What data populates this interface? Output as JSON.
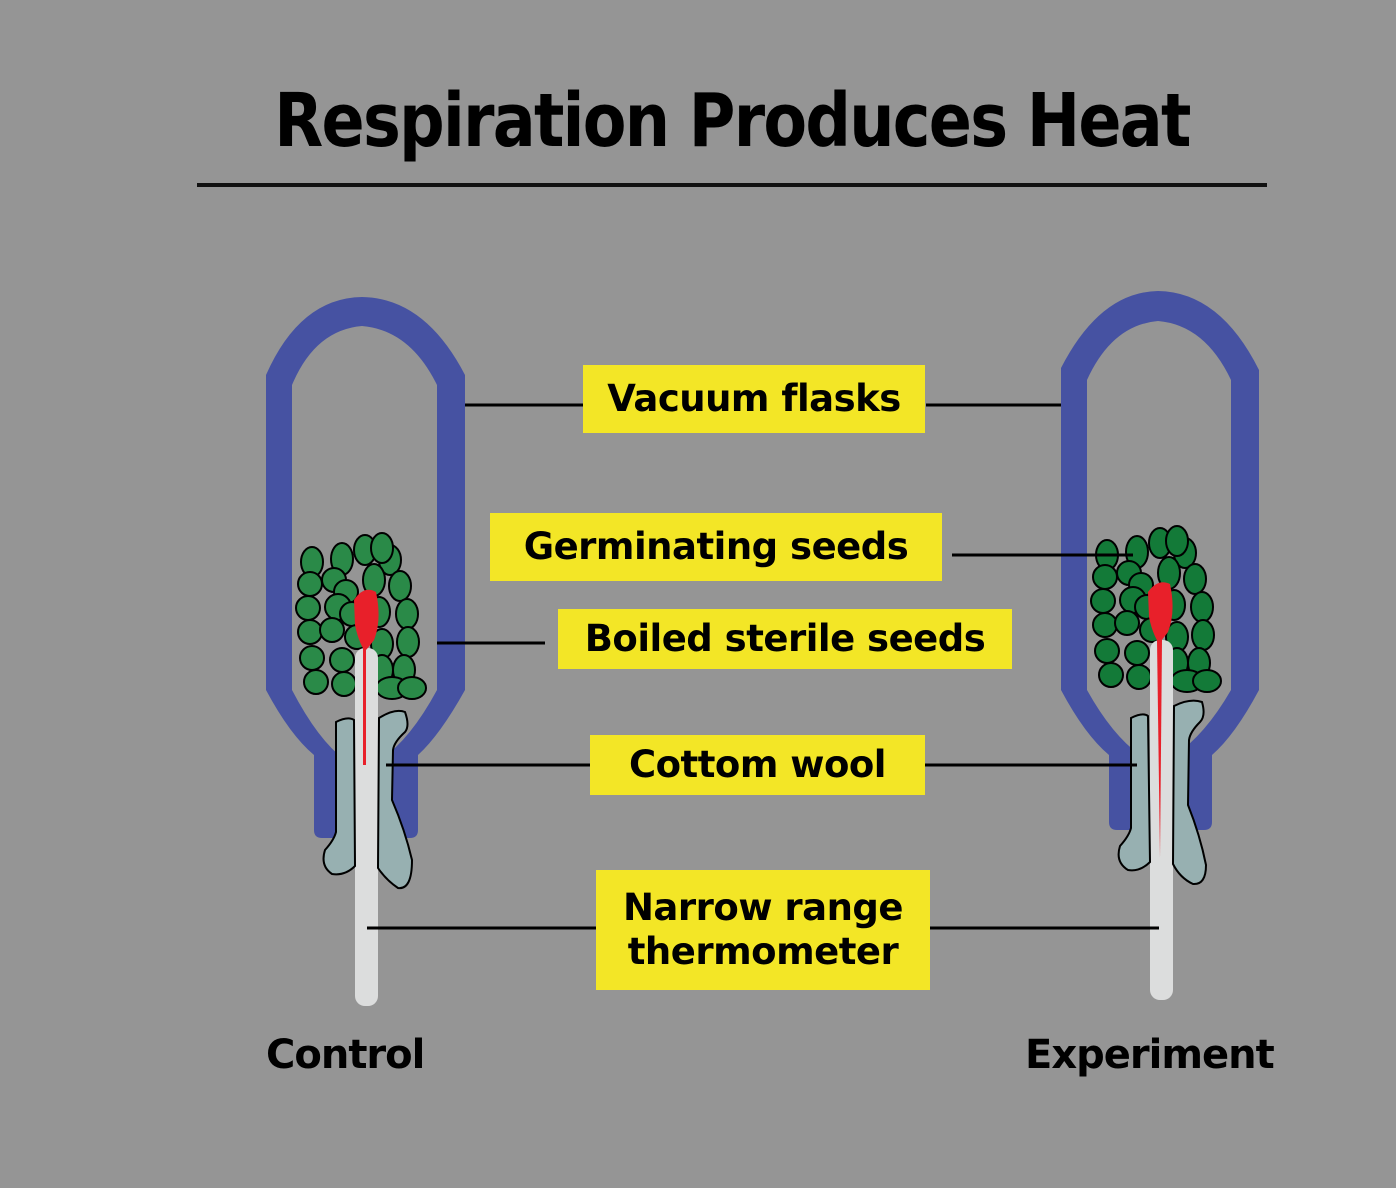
{
  "title": "Respiration Produces Heat",
  "labels": {
    "vacuum_flasks": "Vacuum flasks",
    "germinating_seeds": "Germinating seeds",
    "boiled_seeds": "Boiled sterile seeds",
    "cotton_wool": "Cottom wool",
    "thermometer_line1": "Narrow range",
    "thermometer_line2": "thermometer"
  },
  "captions": {
    "control": "Control",
    "experiment": "Experiment"
  },
  "colors": {
    "background": "#959595",
    "flask": "#4652a2",
    "label_bg": "#f3e626",
    "control_seed": "#2a8a48",
    "experiment_seed": "#137a38",
    "mercury": "#e8202a",
    "thermometer": "#dcdddd",
    "cotton_wool": "#97b0b1"
  }
}
